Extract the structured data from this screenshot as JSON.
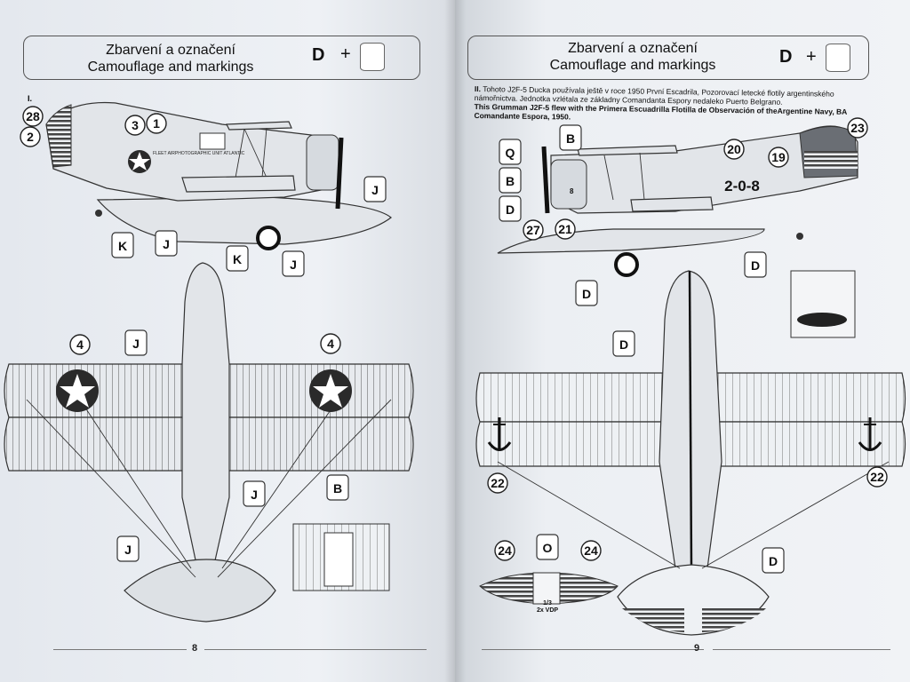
{
  "left_page": {
    "title_cz": "Zbarvení a označení",
    "title_en": "Camouflage and markings",
    "paint_code": "D",
    "plus": "+",
    "scheme_no": "I.",
    "side_text": "FLEET AIRPHOTOGRAPHIC UNIT ATLANTIC",
    "page_number": "8",
    "callouts": [
      "28",
      "2",
      "3",
      "1",
      "4",
      "4"
    ],
    "paint_labels": [
      "J",
      "K",
      "J",
      "K",
      "J",
      "J",
      "J",
      "J",
      "B"
    ]
  },
  "right_page": {
    "title_cz": "Zbarvení a označení",
    "title_en": "Camouflage and markings",
    "paint_code": "D",
    "plus": "+",
    "scheme_no": "II.",
    "note_cz": "Tohoto J2F-5 Ducka používala ještě v roce 1950 První Escadrila, Pozorovací letecké flotily argentinského námořnictva. Jednotka vzlétala ze základny Comandanta Espory nedaleko Puerto Belgrano.",
    "note_en": "This Grumman J2F-5 flew with the Primera Escuadrilla Flotilla de Observación of theArgentine Navy, BA Comandante Espora, 1950.",
    "serial": "2-0-8",
    "fuselage_number": "8",
    "page_number": "9",
    "callouts": [
      "23",
      "20",
      "19",
      "27",
      "21",
      "22",
      "22",
      "24",
      "24"
    ],
    "paint_labels": [
      "B",
      "Q",
      "B",
      "D",
      "D",
      "D",
      "D",
      "O",
      "D"
    ],
    "tail_note": "1/3",
    "tail_note2": "2x VDP"
  },
  "colors": {
    "paper": "#eef1f5",
    "ink": "#111111",
    "stripe": "#555555",
    "insignia_blue": "#2a2a2a"
  }
}
